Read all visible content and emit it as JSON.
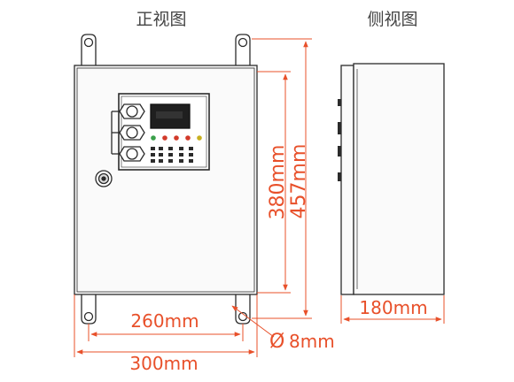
{
  "views": {
    "front_title": "正视图",
    "side_title": "侧视图"
  },
  "dimensions": {
    "inner_height": "380mm",
    "total_height": "457mm",
    "mount_spacing": "260mm",
    "total_width": "300mm",
    "hole_diameter": "8mm",
    "diameter_symbol": "Ø",
    "depth": "180mm"
  },
  "colors": {
    "line": "#2b2b2b",
    "dimension": "#e8502a",
    "panel": "#fafafa"
  }
}
